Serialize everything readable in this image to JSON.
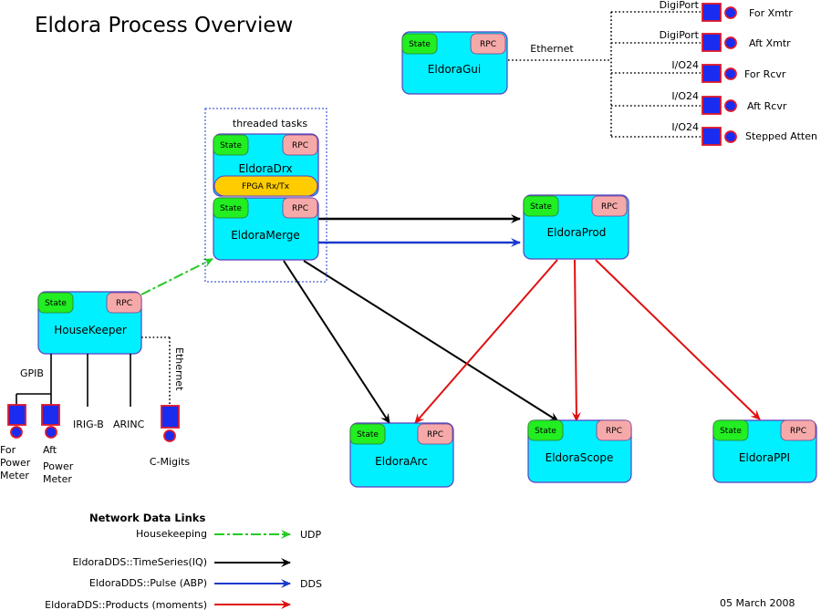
{
  "title": "Eldora Process Overview",
  "date": "05 March 2008",
  "node_tags": {
    "state": "State",
    "rpc": "RPC"
  },
  "nodes": {
    "gui": "EldoraGui",
    "drx": "EldoraDrx",
    "fpga": "FPGA Rx/Tx",
    "merge": "EldoraMerge",
    "prod": "EldoraProd",
    "housekeeper": "HouseKeeper",
    "arc": "EldoraArc",
    "scope": "EldoraScope",
    "ppi": "EldoraPPI"
  },
  "threaded_tasks_label": "threaded tasks",
  "gui_links": {
    "ethernet": "Ethernet",
    "ports": [
      {
        "port": "DigiPort",
        "device": "For Xmtr"
      },
      {
        "port": "DigiPort",
        "device": "Aft Xmtr"
      },
      {
        "port": "I/O24",
        "device": "For Rcvr"
      },
      {
        "port": "I/O24",
        "device": "Aft Rcvr"
      },
      {
        "port": "I/O24",
        "device": "Stepped Atten"
      }
    ]
  },
  "housekeeper_links": {
    "gpib": "GPIB",
    "irig": "IRIG-B",
    "arinc": "ARINC",
    "ethernet": "Ethernet",
    "cmigits": "C-Migits",
    "for_power_meter": [
      "For",
      "Power",
      "Meter"
    ],
    "aft_power_meter": [
      "Aft",
      "Power",
      "Meter"
    ]
  },
  "legend": {
    "title": "Network Data Links",
    "items": [
      {
        "label": "Housekeeping",
        "color": "#22cc22",
        "style": "dashed",
        "protocol": "UDP"
      },
      {
        "label": "EldoraDDS::TimeSeries(IQ)",
        "color": "#000000",
        "style": "solid",
        "protocol": ""
      },
      {
        "label": "EldoraDDS::Pulse (ABP)",
        "color": "#1a3acc",
        "style": "solid",
        "protocol": "DDS"
      },
      {
        "label": "EldoraDDS::Products (moments)",
        "color": "#e01010",
        "style": "solid",
        "protocol": ""
      }
    ]
  },
  "colors": {
    "process_box": "#00f0ff",
    "state_tag": "#22ee22",
    "rpc_tag": "#f6a9a9",
    "fpga": "#ffcc00",
    "housekeeping_link": "#22cc22",
    "timeseries_link": "#000000",
    "pulse_link": "#1a3acc",
    "products_link": "#e01010"
  }
}
